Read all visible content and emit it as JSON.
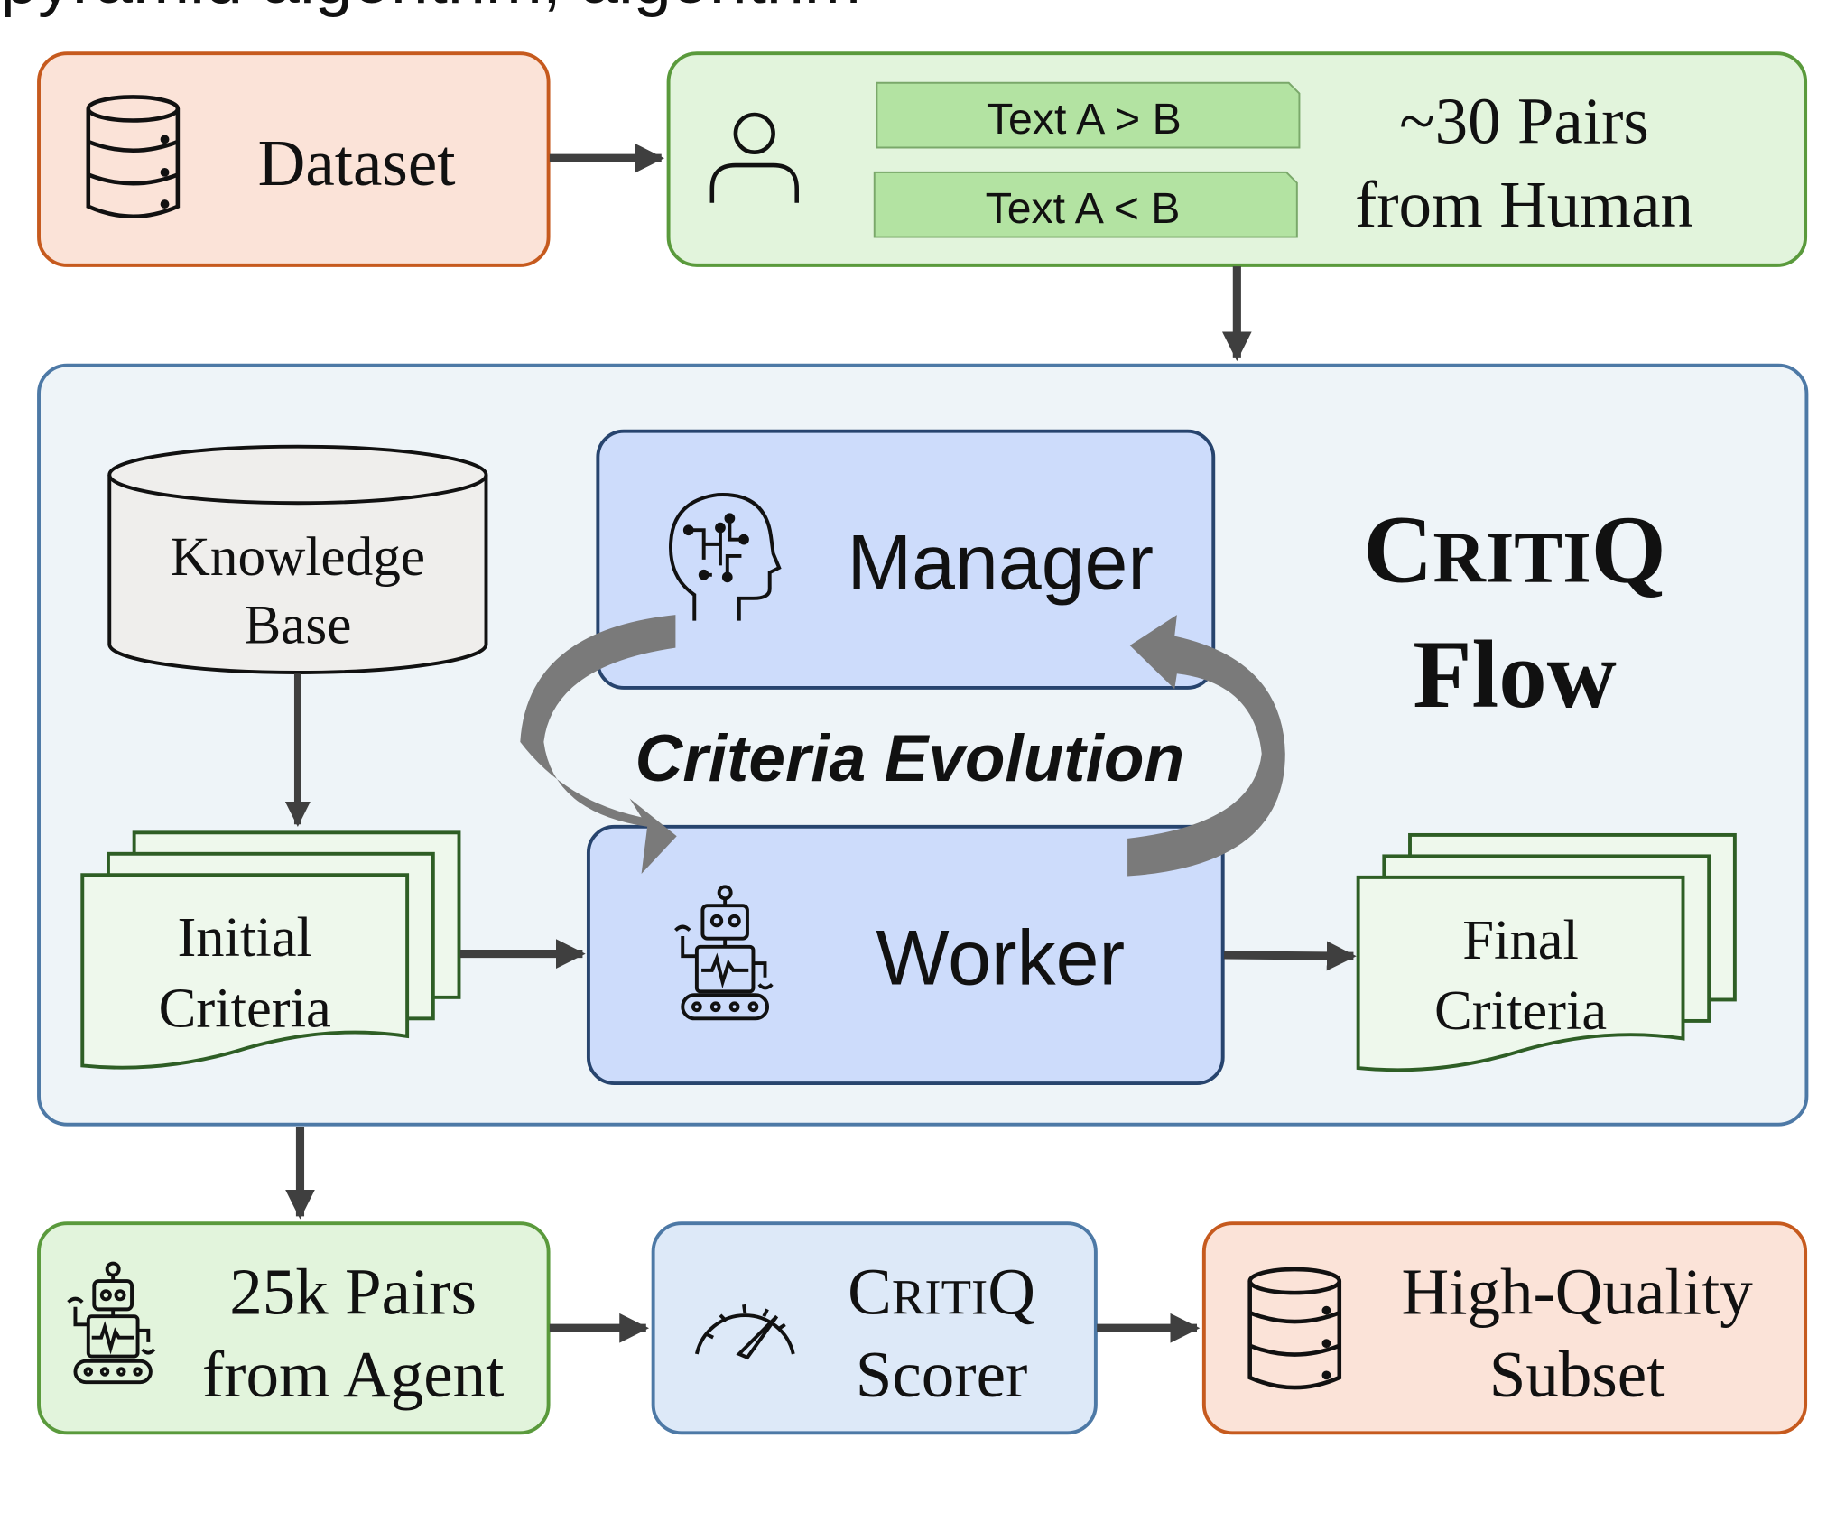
{
  "top_cut_text": "pyramid algorithm, algorithm",
  "dataset": {
    "label": "Dataset"
  },
  "human": {
    "pair_a": "Text A > B",
    "pair_b": "Text A < B",
    "line1": "~30 Pairs",
    "line2": "from Human"
  },
  "flow": {
    "title_line1_big": "C",
    "title_line1_small": "RITI",
    "title_line1_end": "Q",
    "title_line2": "Flow",
    "knowledge_line1": "Knowledge",
    "knowledge_line2": "Base",
    "initial_line1": "Initial",
    "initial_line2": "Criteria",
    "manager": "Manager",
    "worker": "Worker",
    "evolution": "Criteria Evolution",
    "final_line1": "Final",
    "final_line2": "Criteria"
  },
  "agent": {
    "line1": "25k Pairs",
    "line2": "from Agent"
  },
  "scorer": {
    "line1_big": "C",
    "line1_small": "RITI",
    "line1_end": "Q",
    "line2": "Scorer"
  },
  "subset": {
    "line1": "High-Quality",
    "line2": "Subset"
  },
  "colors": {
    "orange_fill": "#fbe3d8",
    "orange_stroke": "#c65a1e",
    "green_fill": "#e2f4dc",
    "green_stroke": "#5a9a3c",
    "pair_fill": "#b3e3a2",
    "blue_fill": "#cddcfb",
    "blue_stroke": "#27446e",
    "panel_fill": "#eef4f8",
    "panel_stroke": "#4d79a6",
    "scorer_fill": "#dde9f8",
    "scorer_stroke": "#4d79a6",
    "kb_fill": "#efeeec",
    "doc_fill": "#eef8ec",
    "doc_stroke": "#2e5e25",
    "arrow": "#3f3f3f",
    "cycle_arrow": "#7a7a7a"
  },
  "icons": [
    "database-icon",
    "person-icon",
    "brain-icon",
    "robot-icon",
    "gauge-icon"
  ]
}
